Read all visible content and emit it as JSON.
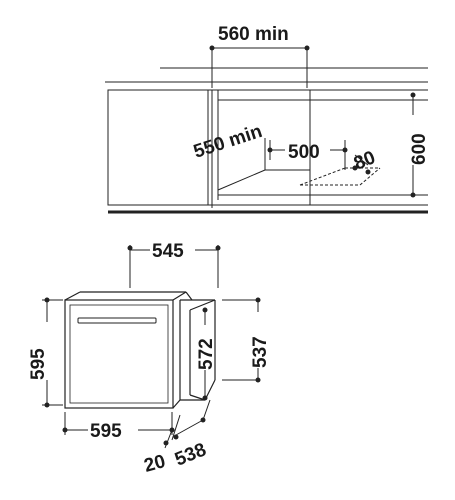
{
  "dimensions": {
    "cabinet_opening_width": "560 min",
    "cabinet_depth": "550 min",
    "cutout_width": "500",
    "vent_depth": "80",
    "cabinet_height": "600",
    "oven_depth_top": "545",
    "oven_height_front": "595",
    "oven_inner_height": "572",
    "oven_side_height": "537",
    "oven_width": "595",
    "door_thickness": "20",
    "oven_depth_bottom": "538"
  }
}
